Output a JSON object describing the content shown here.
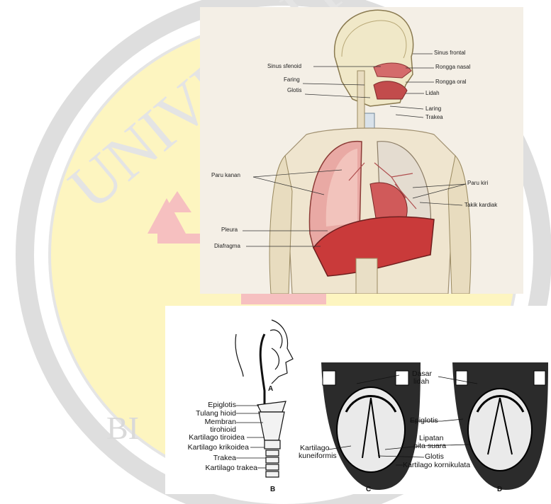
{
  "watermark": {
    "arc_text": "UNIVERSITAS",
    "lower_text": "BI",
    "emblem": "university-logo-watermark",
    "colors": {
      "ring": "#d8d8d8",
      "ring_inner": "#fdf3b4",
      "emblem": "#f7c4c4"
    }
  },
  "respiratory_figure": {
    "labels": {
      "sinus_frontal": "Sinus frontal",
      "sinus_sfenoid": "Sinus sfenoid",
      "rongga_nasal": "Rongga nasal",
      "faring": "Faring",
      "rongga_oral": "Rongga oral",
      "glotis": "Glotis",
      "lidah": "Lidah",
      "laring": "Laring",
      "trakea": "Trakea",
      "paru_kanan": "Paru kanan",
      "paru_kiri": "Paru kiri",
      "takik_kardiak": "Takik kardiak",
      "pleura": "Pleura",
      "diafragma": "Diafragma"
    }
  },
  "larynx_figure": {
    "figure_letters": {
      "a": "A",
      "b": "B",
      "c": "C",
      "d": "D"
    },
    "labels": {
      "epiglotis": "Epiglotis",
      "tulang_hioid": "Tulang hioid",
      "membran_line1": "Membran",
      "membran_line2": "tirohioid",
      "kartilago_tiroidea": "Kartilago tiroidea",
      "kartilago_krikoidea": "Kartilago krikoidea",
      "trakea": "Trakea",
      "kartilago_trakea": "Kartilago trakea",
      "kartilago_kuneiformis_line1": "Kartilago",
      "kartilago_kuneiformis_line2": "kuneiformis",
      "dasar_lidah_line1": "Dasar",
      "dasar_lidah_line2": "lidah",
      "epiglotis_c": "Epiglotis",
      "lipatan_line1": "Lipatan",
      "lipatan_line2": "pita suara",
      "glotis": "Glotis",
      "kartilago_kornikulata": "Kartilago kornikulata"
    }
  }
}
